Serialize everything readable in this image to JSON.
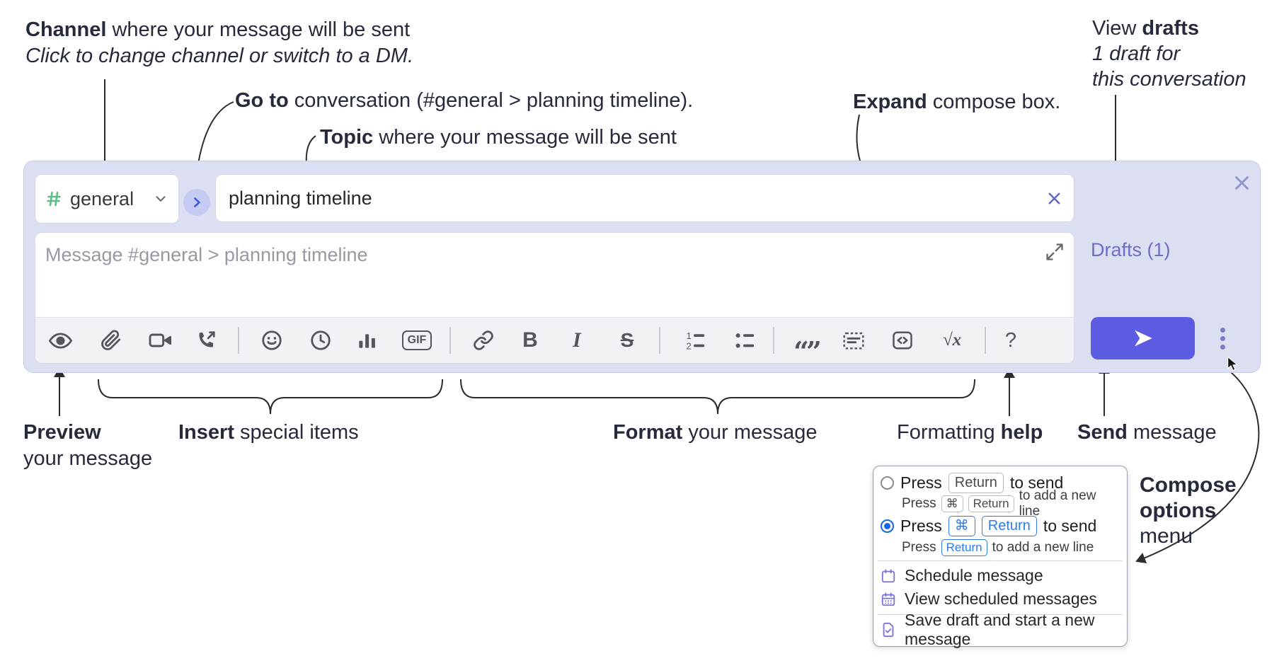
{
  "annotations": {
    "channel": {
      "bold": "Channel",
      "rest": " where your message will be sent",
      "line2": "Click to change channel or switch to a DM."
    },
    "goto": {
      "bold": "Go to",
      "rest": " conversation (#general > planning timeline)."
    },
    "topic": {
      "bold": "Topic",
      "rest": " where your message will be sent"
    },
    "expand": {
      "bold": "Expand",
      "rest": " compose box."
    },
    "drafts": {
      "pre": "View ",
      "bold": "drafts",
      "line2": "1 draft for",
      "line3": "this conversation"
    },
    "preview": {
      "bold": "Preview",
      "line2": "your message"
    },
    "insert": {
      "bold": "Insert",
      "rest": " special items"
    },
    "format": {
      "bold": "Format",
      "rest": " your message"
    },
    "help": {
      "pre": "Formatting ",
      "bold": "help"
    },
    "send": {
      "bold": "Send",
      "rest": " message"
    },
    "compose_options": {
      "line1": "Compose",
      "line2": "options",
      "line3": "menu"
    }
  },
  "compose": {
    "channel_label": "general",
    "topic_value": "planning timeline",
    "message_placeholder": "Message #general > planning timeline",
    "drafts_link": "Drafts (1)",
    "toolbar": {
      "bold_label": "B",
      "italic_label": "I",
      "strike_label": "S",
      "gif_label": "GIF",
      "quote_label": "“”",
      "math_label": "√x",
      "help_label": "?"
    },
    "colors": {
      "compose_background": "#dcdef2",
      "send_button": "#5b5ce2",
      "drafts_link": "#6c6ec8",
      "channel_hash_green": "#5dbd85",
      "goto_arrow_blue": "#3b5bdd",
      "goto_circle_bg": "#c6cbf5",
      "selected_radio_blue": "#1467e2",
      "kbd_shortcut_blue": "#2d7bf0",
      "menu_icon_purple": "#7c73da",
      "toolbar_icon_gray": "#54555c"
    }
  },
  "options_menu": {
    "option1": {
      "press": "Press",
      "key_return": "Return",
      "suffix": "to send",
      "sub_press": "Press",
      "sub_key_cmd": "⌘",
      "sub_key_return": "Return",
      "sub_suffix": "to add a new line"
    },
    "option2": {
      "press": "Press",
      "key_cmd": "⌘",
      "key_return": "Return",
      "suffix": "to send",
      "sub_press": "Press",
      "sub_key_return": "Return",
      "sub_suffix": "to add a new line"
    },
    "items": [
      {
        "label": "Schedule message"
      },
      {
        "label": "View scheduled messages"
      },
      {
        "label": "Save draft and start a new message"
      }
    ]
  }
}
